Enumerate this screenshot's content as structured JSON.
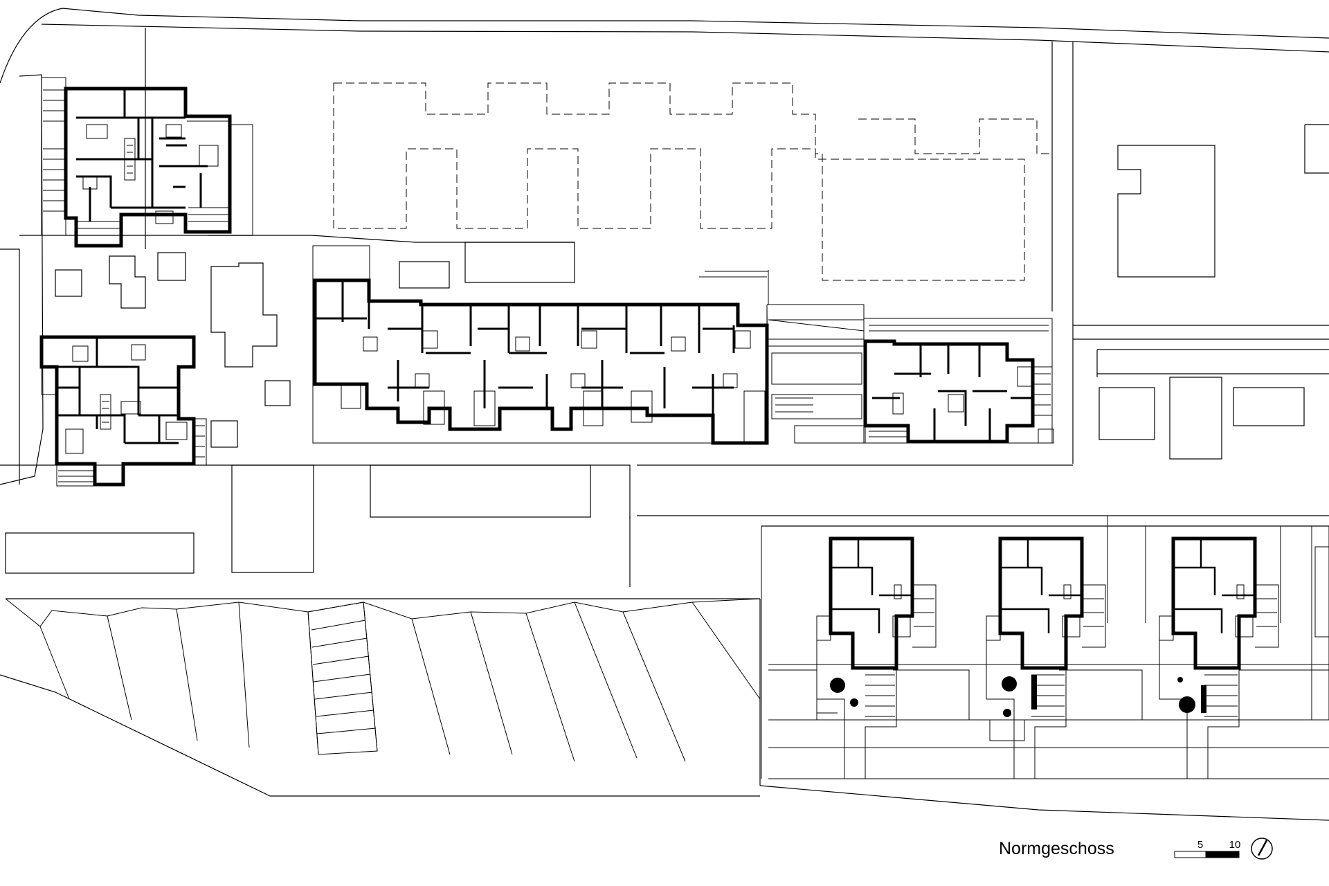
{
  "plan": {
    "title": "Normgeschoss",
    "scale_bar": {
      "labels": [
        "5",
        "10"
      ]
    },
    "colors": {
      "line": "#000000",
      "background": "#ffffff"
    },
    "icons": [
      "north-arrow-icon",
      "tree-icon"
    ]
  }
}
